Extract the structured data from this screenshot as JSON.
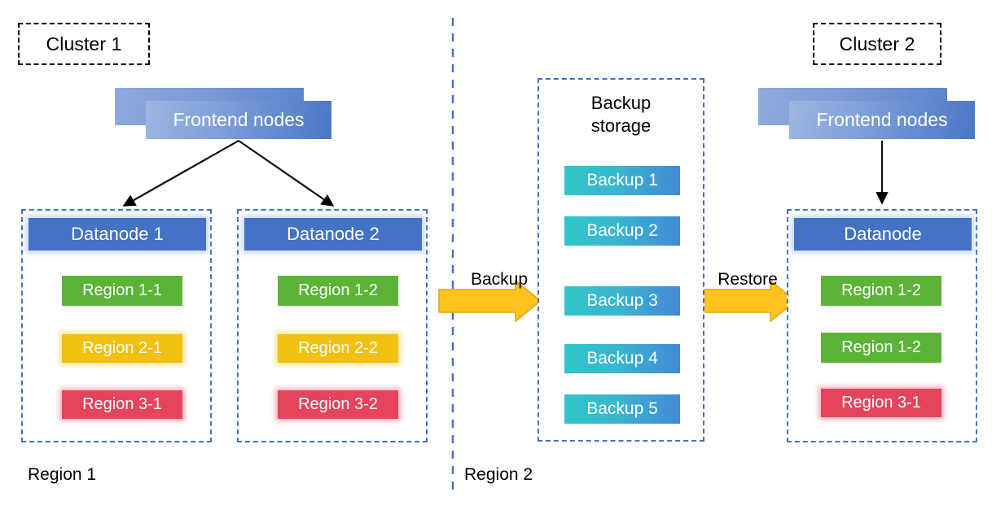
{
  "diagram": {
    "title_chips": [
      {
        "name": "cluster-1",
        "label": "Cluster 1"
      },
      {
        "name": "cluster-2",
        "label": "Cluster 2"
      }
    ],
    "frontend_left": {
      "label": "Frontend nodes"
    },
    "frontend_right": {
      "label": "Frontend nodes"
    },
    "datanodes": [
      {
        "name": "datanode-1",
        "header": "Datanode 1",
        "regions": [
          {
            "label": "Region 1-1",
            "color": "#5cb338",
            "tone": "green"
          },
          {
            "label": "Region 2-1",
            "color": "#f2c011",
            "tone": "yellow"
          },
          {
            "label": "Region 3-1",
            "color": "#e5445c",
            "tone": "red"
          }
        ]
      },
      {
        "name": "datanode-2",
        "header": "Datanode 2",
        "regions": [
          {
            "label": "Region 1-2",
            "color": "#5cb338",
            "tone": "green"
          },
          {
            "label": "Region 2-2",
            "color": "#f2c011",
            "tone": "yellow"
          },
          {
            "label": "Region 3-2",
            "color": "#e5445c",
            "tone": "red"
          }
        ]
      },
      {
        "name": "datanode-restored",
        "header": "Datanode",
        "regions": [
          {
            "label": "Region 1-2",
            "color": "#5cb338",
            "tone": "green"
          },
          {
            "label": "Region 1-2",
            "color": "#5cb338",
            "tone": "green"
          },
          {
            "label": "Region 3-1",
            "color": "#e5445c",
            "tone": "red"
          }
        ]
      }
    ],
    "backup_storage": {
      "title_line1": "Backup",
      "title_line2": "storage",
      "items": [
        {
          "label": "Backup 1"
        },
        {
          "label": "Backup 2"
        },
        {
          "label": "Backup 3"
        },
        {
          "label": "Backup 4"
        },
        {
          "label": "Backup 5"
        }
      ]
    },
    "flows": [
      {
        "name": "backup-flow",
        "label": "Backup"
      },
      {
        "name": "restore-flow",
        "label": "Restore"
      }
    ],
    "region_labels": [
      {
        "name": "region-1-label",
        "label": "Region 1"
      },
      {
        "name": "region-2-label",
        "label": "Region 2"
      }
    ],
    "colors": {
      "dashed_border": "#4472c4",
      "datanode_blue": "#4472c4",
      "frontend_blue": "#7e9fd8",
      "backup_teal": "#2fc6c8",
      "backup_blue": "#4389d6",
      "arrow_gold": "#ffc21f",
      "arrow_gold_border": "#e8a317",
      "connector_black": "#000000",
      "region_green": "#5cb338",
      "region_yellow": "#f2c011",
      "region_red": "#e5445c"
    }
  }
}
